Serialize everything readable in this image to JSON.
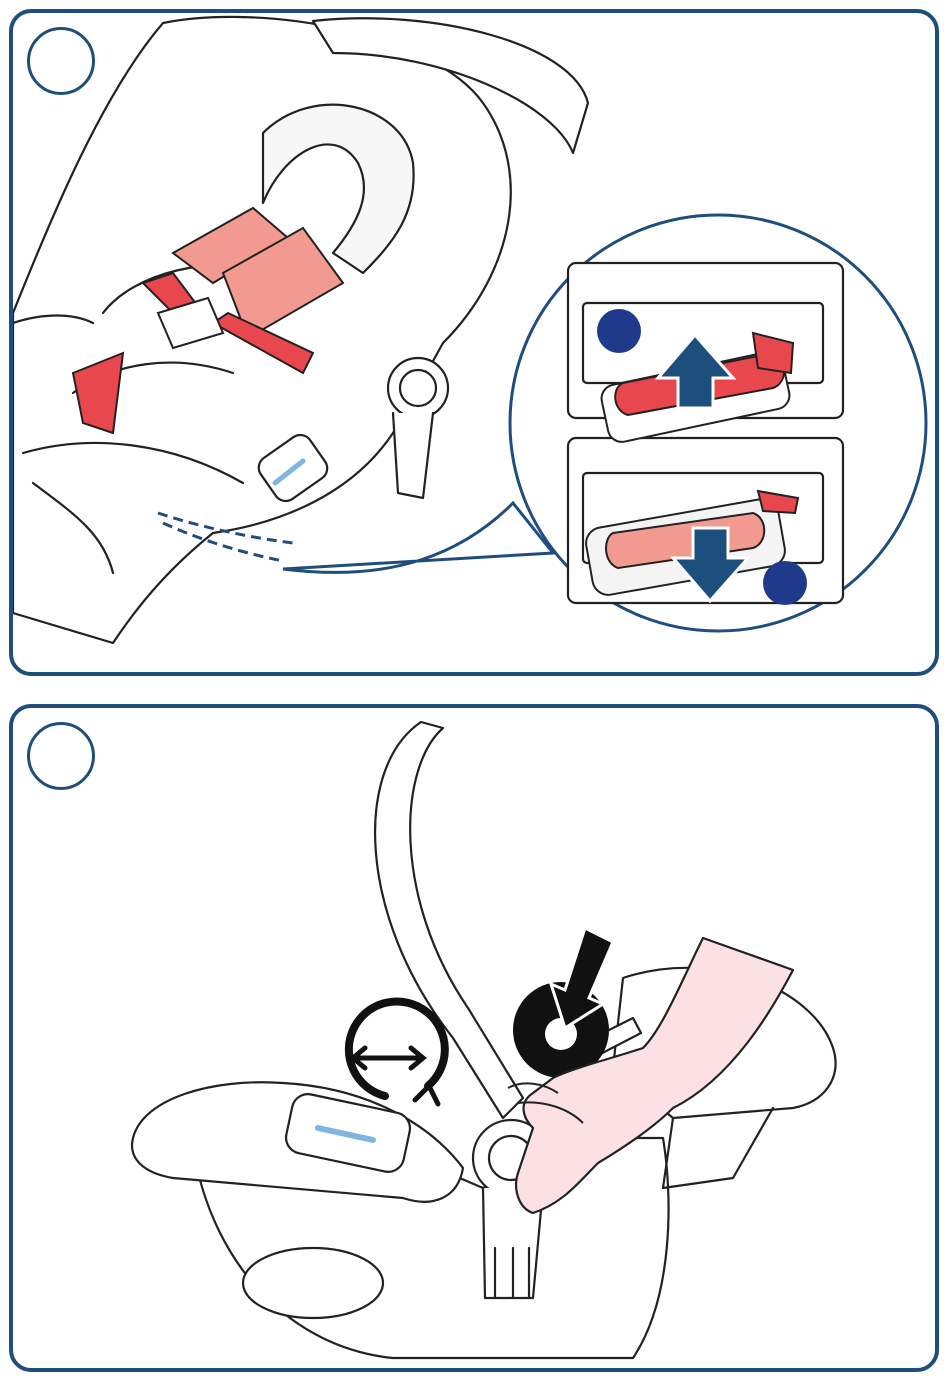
{
  "colors": {
    "frame": "#1f4e7e",
    "marker": "#1f3a8a",
    "strap": "#e8474d",
    "strap_light": "#f29a90",
    "arrow": "#1c4f7e",
    "hand": "#fbe1e3",
    "release_button": "#7fb5e0",
    "outline": "#222222"
  },
  "panels": [
    {
      "id": "panel-1",
      "content": "harness-strap-routing-illustration",
      "icons": [
        "step-circle",
        "seat-illustration",
        "strap-icon",
        "magnifier-circle",
        "arrow-up-icon",
        "arrow-down-icon",
        "marker-dot-icon"
      ]
    },
    {
      "id": "panel-2",
      "content": "handle-adjust-illustration",
      "icons": [
        "step-circle",
        "handle-illustration",
        "rotate-arrows-icon",
        "press-button-icon",
        "hand-icon"
      ]
    }
  ]
}
